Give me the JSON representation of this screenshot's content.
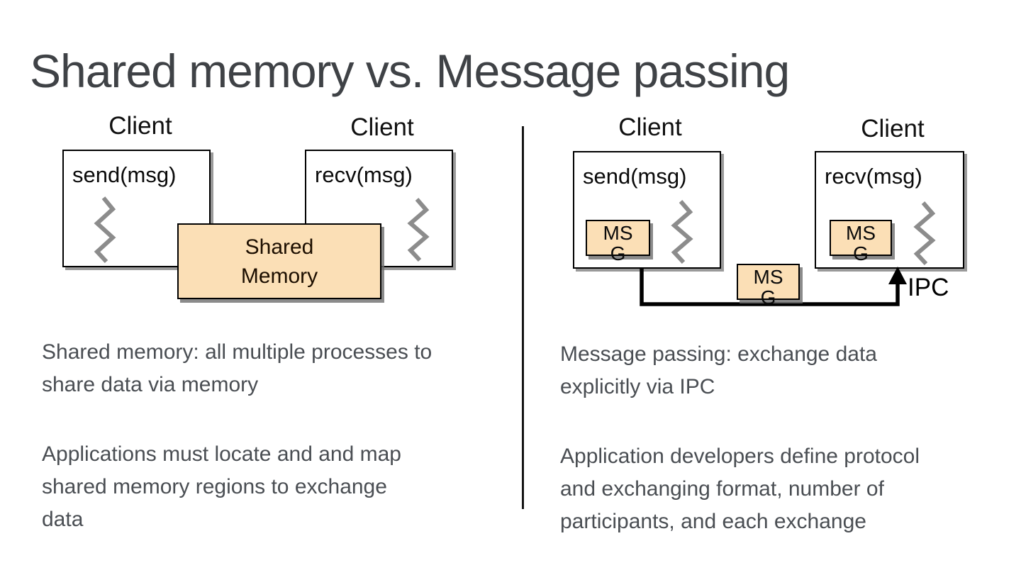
{
  "slide": {
    "title": "Shared memory vs. Message passing"
  },
  "colors": {
    "box_fill": "#FBDFB6",
    "title_text": "#3F4246",
    "body_text": "#4A4E53",
    "zigzag": "#8C8C8C",
    "line": "#000000"
  },
  "left_diagram": {
    "clients": [
      {
        "label": "Client",
        "operation": "send(msg)"
      },
      {
        "label": "Client",
        "operation": "recv(msg)"
      }
    ],
    "shared_memory_box": {
      "line1": "Shared",
      "line2": "Memory"
    }
  },
  "right_diagram": {
    "clients": [
      {
        "label": "Client",
        "operation": "send(msg)"
      },
      {
        "label": "Client",
        "operation": "recv(msg)"
      }
    ],
    "msg_box": {
      "line1": "MS",
      "line2": "G"
    },
    "ipc_label": "IPC"
  },
  "paragraphs": {
    "left1": {
      "lines": [
        "Shared memory: all multiple processes to",
        "share data via memory"
      ]
    },
    "left2": {
      "lines": [
        "Applications must locate and and map",
        "shared memory regions to exchange",
        "data"
      ]
    },
    "right1": {
      "lines": [
        "Message passing: exchange data",
        "explicitly via IPC"
      ]
    },
    "right2": {
      "lines": [
        "Application developers define protocol",
        "and exchanging format, number of",
        "participants, and each exchange"
      ]
    }
  }
}
